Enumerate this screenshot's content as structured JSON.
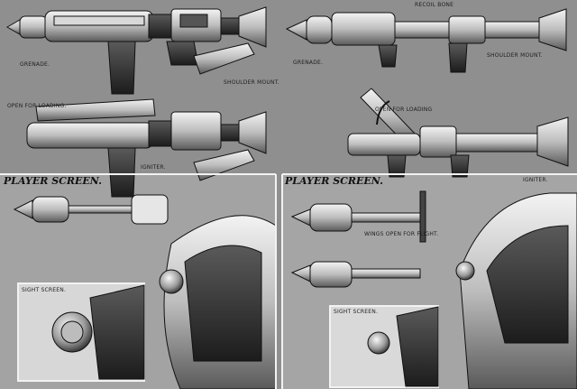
{
  "labels": {
    "grenade_left": "GRENADE.",
    "grenade_right": "GRENADE.",
    "shoulder_mount_left": "SHOULDER MOUNT.",
    "shoulder_mount_right": "SHOULDER MOUNT.",
    "recoil_bone": "RECOIL BONE",
    "open_for_loading_left": "OPEN FOR LOADING.",
    "open_for_loading_right": "OPEN FOR LOADING",
    "igniter_top": "IGNITER.",
    "player_screen_left": "PLAYER SCREEN.",
    "player_screen_right": "PLAYER SCREEN.",
    "sight_screen_left": "SIGHT SCREEN.",
    "sight_screen_right": "SIGHT SCREEN.",
    "wings_open": "WINGS OPEN FOR FLIGHT.",
    "igniter_bottom_left": "IGNITER.",
    "igniter_bottom_right": "IGNITER."
  }
}
